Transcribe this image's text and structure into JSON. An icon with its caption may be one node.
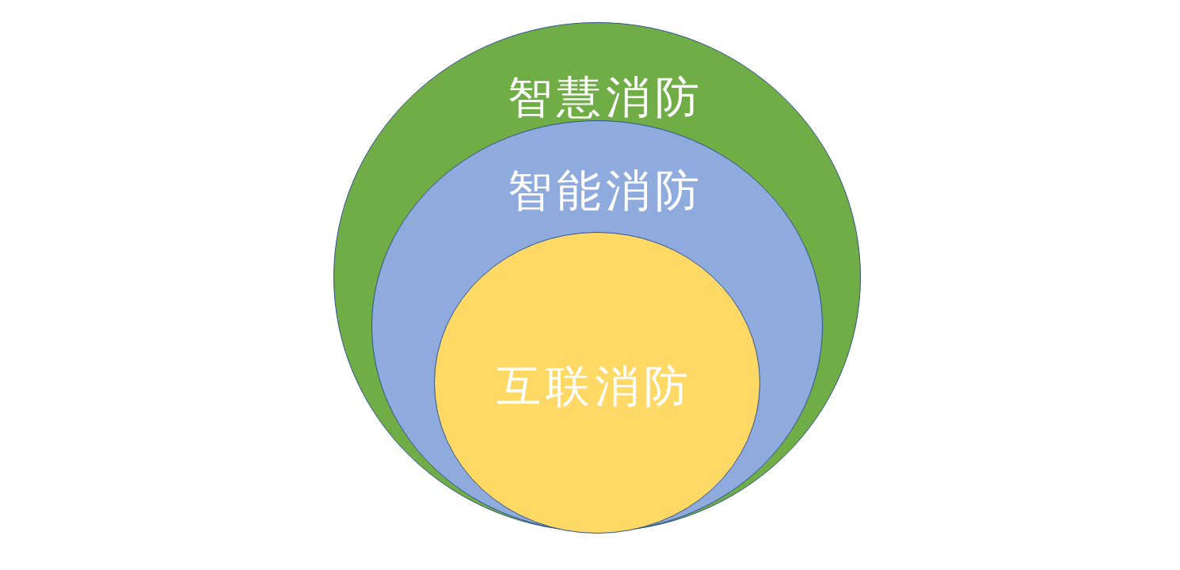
{
  "diagram": {
    "nodes": [
      {
        "text": [
          "智慧消防"
        ]
      },
      {
        "text": [
          "智能消防"
        ],
        "in": 0
      },
      {
        "text": [
          "互联消防"
        ],
        "in": 1
      }
    ]
  }
}
